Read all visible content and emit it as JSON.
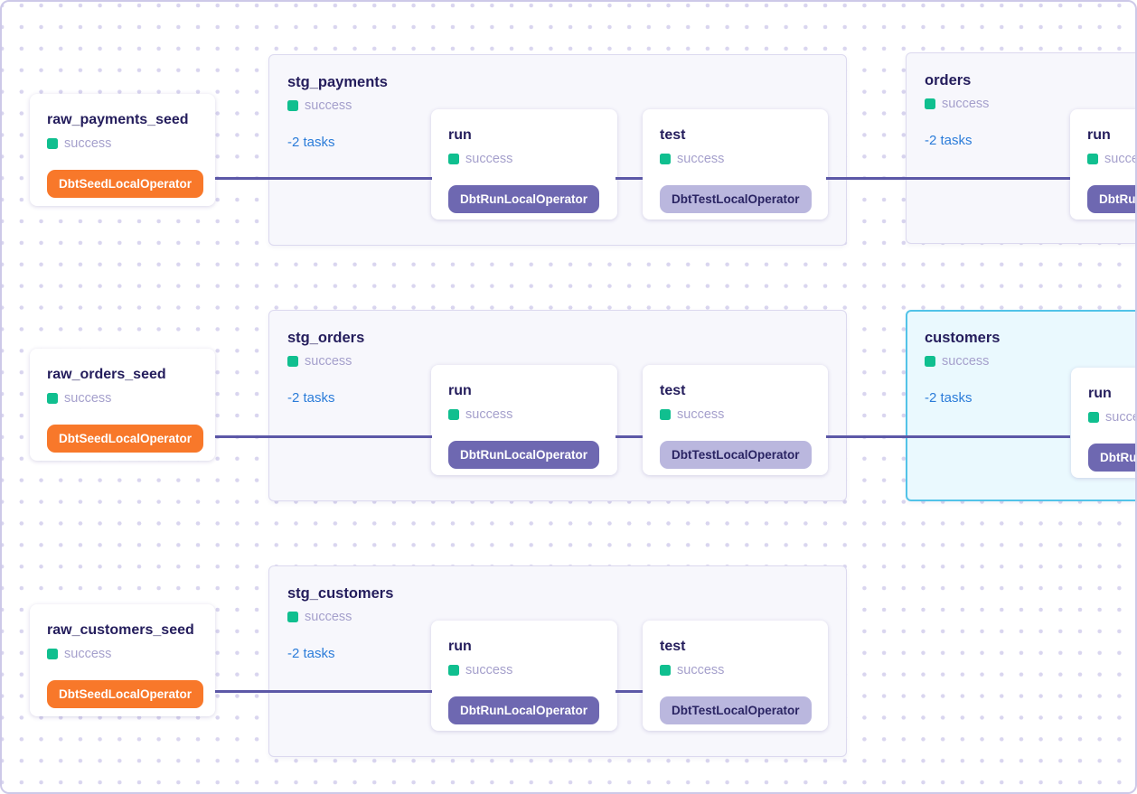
{
  "graph": {
    "seeds": [
      {
        "title": "raw_payments_seed",
        "status": "success",
        "operator": "DbtSeedLocalOperator"
      },
      {
        "title": "raw_orders_seed",
        "status": "success",
        "operator": "DbtSeedLocalOperator"
      },
      {
        "title": "raw_customers_seed",
        "status": "success",
        "operator": "DbtSeedLocalOperator"
      }
    ],
    "stg_groups": [
      {
        "title": "stg_payments",
        "status": "success",
        "tasks_label": "-2 tasks",
        "run": {
          "title": "run",
          "status": "success",
          "operator": "DbtRunLocalOperator"
        },
        "test": {
          "title": "test",
          "status": "success",
          "operator": "DbtTestLocalOperator"
        }
      },
      {
        "title": "stg_orders",
        "status": "success",
        "tasks_label": "-2 tasks",
        "run": {
          "title": "run",
          "status": "success",
          "operator": "DbtRunLocalOperator"
        },
        "test": {
          "title": "test",
          "status": "success",
          "operator": "DbtTestLocalOperator"
        }
      },
      {
        "title": "stg_customers",
        "status": "success",
        "tasks_label": "-2 tasks",
        "run": {
          "title": "run",
          "status": "success",
          "operator": "DbtRunLocalOperator"
        },
        "test": {
          "title": "test",
          "status": "success",
          "operator": "DbtTestLocalOperator"
        }
      }
    ],
    "model_groups": [
      {
        "title": "orders",
        "status": "success",
        "tasks_label": "-2 tasks",
        "highlighted": false,
        "run": {
          "title": "run",
          "status": "success",
          "operator": "DbtRunLocalOperator"
        }
      },
      {
        "title": "customers",
        "status": "success",
        "tasks_label": "-2 tasks",
        "highlighted": true,
        "run": {
          "title": "run",
          "status": "success",
          "operator": "DbtRunLocalOperator"
        }
      }
    ]
  },
  "colors": {
    "success_green": "#10bf8f",
    "status_text": "#a5a0cc",
    "title_navy": "#241d5c",
    "tasks_link_blue": "#2b7cd9",
    "edge_purple": "#5c58a7",
    "seed_badge_orange": "#f8782a",
    "run_badge_purple": "#6e68b1",
    "test_badge_lavender": "#bab7de",
    "group_bg": "#f7f7fc",
    "group_border": "#dcd9ef",
    "highlight_bg": "#eaf9fe",
    "highlight_border": "#52c3e8",
    "canvas_dot": "#d9d5ef",
    "canvas_border": "#cdc9e8"
  }
}
